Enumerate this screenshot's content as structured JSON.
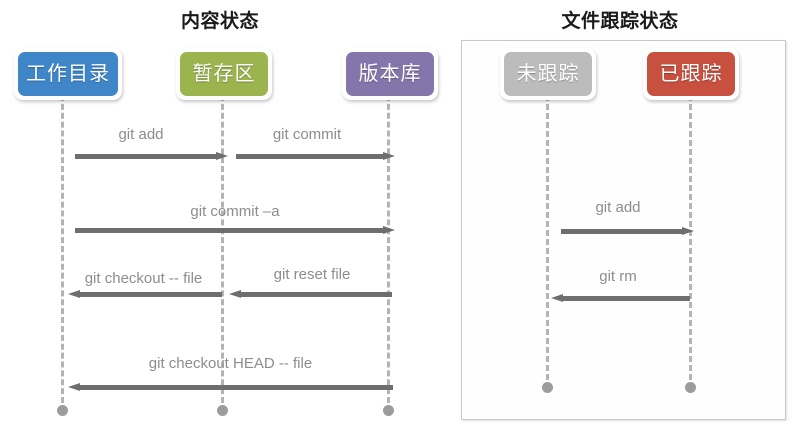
{
  "panels": [
    {
      "title": "内容状态",
      "nodes": [
        {
          "label": "工作目录",
          "color": "#3f86c9"
        },
        {
          "label": "暂存区",
          "color": "#9cb44e"
        },
        {
          "label": "版本库",
          "color": "#8476ab"
        }
      ],
      "arrows": [
        {
          "label": "git add",
          "direction": "right"
        },
        {
          "label": "git commit",
          "direction": "right"
        },
        {
          "label": "git commit –a",
          "direction": "right"
        },
        {
          "label": "git checkout -- file",
          "direction": "left"
        },
        {
          "label": "git reset file",
          "direction": "left"
        },
        {
          "label": "git checkout HEAD -- file",
          "direction": "left"
        }
      ]
    },
    {
      "title": "文件跟踪状态",
      "nodes": [
        {
          "label": "未跟踪",
          "color": "#bcbcbc"
        },
        {
          "label": "已跟踪",
          "color": "#c8503f"
        }
      ],
      "arrows": [
        {
          "label": "git add",
          "direction": "right"
        },
        {
          "label": "git rm",
          "direction": "left"
        }
      ]
    }
  ],
  "colors": {
    "lifeline": "#b4b4b4",
    "endpoint": "#9c9c9c",
    "arrow": "#6e6e6e",
    "arrow_label": "#8d8d8d",
    "title": "#1a1a1a",
    "frame_border": "#c9c9c9"
  }
}
